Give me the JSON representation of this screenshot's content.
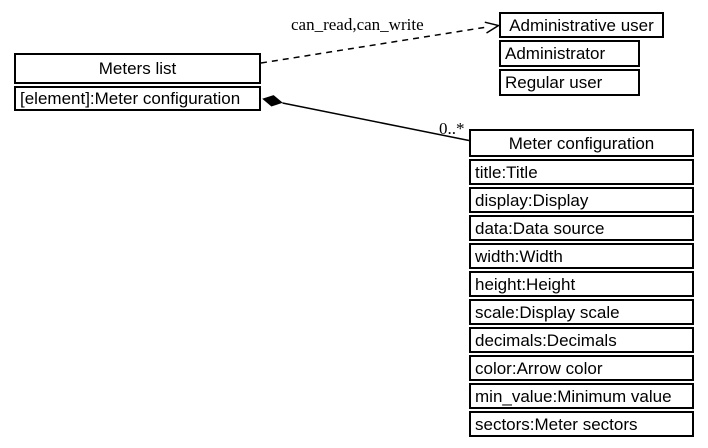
{
  "diagram": {
    "classes": [
      {
        "name": "Meters list",
        "attributes": [
          "[element]:Meter configuration"
        ]
      },
      {
        "name": "Administrative user",
        "attributes": [
          "Administrator",
          "Regular user"
        ]
      },
      {
        "name": "Meter configuration",
        "attributes": [
          "title:Title",
          "display:Display",
          "data:Data source",
          "width:Width",
          "height:Height",
          "scale:Display scale",
          "decimals:Decimals",
          "color:Arrow color",
          "min_value:Minimum value",
          "sectors:Meter sectors"
        ]
      }
    ],
    "relations": [
      {
        "type": "dependency",
        "style": "dashed-open-arrow",
        "from": "Meters list",
        "to": "Administrative user",
        "label": "can_read,can_write"
      },
      {
        "type": "composition",
        "style": "solid-filled-diamond",
        "from": "Meters list",
        "to": "Meter configuration",
        "multiplicity": "0..*"
      }
    ],
    "colors": {
      "line": "#000000",
      "box_border": "#000000",
      "box_fill": "#ffffff",
      "text": "#000000",
      "background": "#ffffff"
    }
  }
}
